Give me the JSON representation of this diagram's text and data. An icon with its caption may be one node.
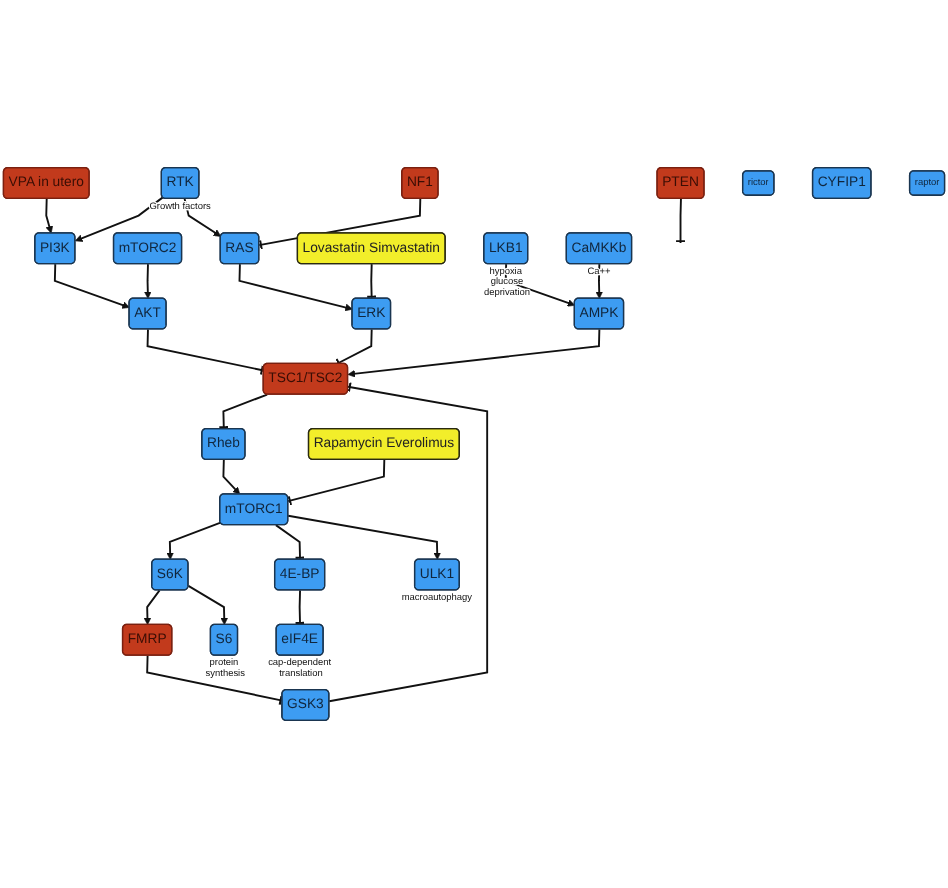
{
  "diagram": {
    "nodes": [
      {
        "text": [
          "VPA in utero"
        ]
      },
      {
        "text": [
          "NF1"
        ]
      },
      {
        "text": [
          "RTK"
        ],
        "beside": [
          "Growth factors"
        ]
      },
      {
        "text": [
          "PI3K"
        ]
      },
      {
        "text": [
          "RAS"
        ]
      },
      {
        "text": [
          "Lovastatin Simvastatin"
        ]
      },
      {
        "text": [
          "PTEN"
        ]
      },
      {
        "text": [
          "AKT"
        ]
      },
      {
        "text": [
          "ERK"
        ]
      },
      {
        "text": [
          "LKB1"
        ],
        "beside": [
          "hypoxia glucose deprivation"
        ]
      },
      {
        "text": [
          "TSC1/TSC2"
        ]
      },
      {
        "text": [
          "AMPK"
        ]
      },
      {
        "text": [
          "CaMKKb"
        ],
        "beside": [
          "Ca++"
        ]
      },
      {
        "text": [
          "mTORC2"
        ]
      },
      {
        "text": [
          "rictor"
        ]
      },
      {
        "text": [
          "Rheb"
        ]
      },
      {
        "text": [
          "GSK3"
        ]
      },
      {
        "text": [
          "CYFIP1"
        ]
      },
      {
        "text": [
          "raptor"
        ]
      },
      {
        "text": [
          "Rapamycin Everolimus"
        ]
      },
      {
        "text": [
          "mTORC1"
        ]
      },
      {
        "text": [
          "FMRP"
        ]
      },
      {
        "text": [
          "S6K"
        ]
      },
      {
        "text": [
          "4E-BP"
        ]
      },
      {
        "text": [
          "S6"
        ],
        "beside": [
          "protein synthesis"
        ]
      },
      {
        "text": [
          "ULK1"
        ],
        "beside": [
          "macroautophagy"
        ]
      },
      {
        "text": [
          "eIF4E"
        ],
        "beside": [
          "cap-dependent translation"
        ]
      }
    ],
    "edges": [
      {
        "from": 0,
        "to": 3,
        "arrow": "to"
      },
      {
        "from": 2,
        "to": 3,
        "arrow": "to"
      },
      {
        "from": 2,
        "to": 4,
        "arrow": "to"
      },
      {
        "from": 1,
        "to": 4,
        "arrow": "other"
      },
      {
        "from": 6,
        "to": null,
        "arrow": "other"
      },
      {
        "from": 3,
        "to": 7,
        "arrow": "to"
      },
      {
        "from": 4,
        "to": 8,
        "arrow": "to"
      },
      {
        "from": 5,
        "to": 8,
        "arrow": "other"
      },
      {
        "from": 7,
        "to": 10,
        "arrow": "other"
      },
      {
        "from": 8,
        "to": 10,
        "arrow": "other"
      },
      {
        "from": 11,
        "to": 10,
        "arrow": "to"
      },
      {
        "from": 9,
        "to": 11,
        "arrow": "to"
      },
      {
        "from": 12,
        "to": 11,
        "arrow": "to"
      },
      {
        "from": 13,
        "to": 7,
        "arrow": "to"
      },
      {
        "from": 10,
        "to": 15,
        "arrow": "other"
      },
      {
        "from": 16,
        "to": 10,
        "arrow": "other"
      },
      {
        "from": 21,
        "to": 16,
        "arrow": "other"
      },
      {
        "from": 15,
        "to": 20,
        "arrow": "to"
      },
      {
        "from": 19,
        "to": 20,
        "arrow": "other"
      },
      {
        "from": 20,
        "to": 22,
        "arrow": "to"
      },
      {
        "from": 20,
        "to": 25,
        "arrow": "to"
      },
      {
        "from": 20,
        "to": 23,
        "arrow": "other"
      },
      {
        "from": 22,
        "to": 24,
        "arrow": "to"
      },
      {
        "from": 23,
        "to": 26,
        "arrow": "other"
      },
      {
        "from": 22,
        "to": 21,
        "arrow": "to"
      }
    ]
  }
}
